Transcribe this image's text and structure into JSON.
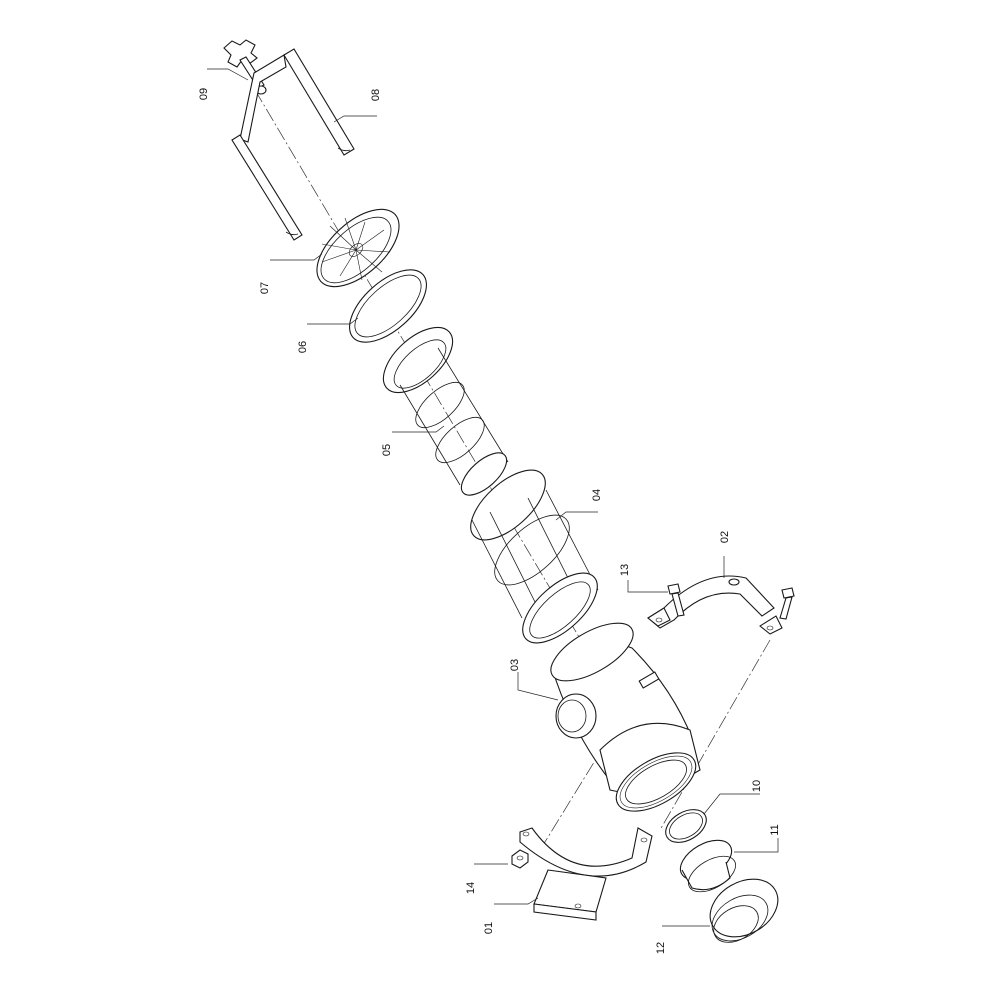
{
  "callouts": [
    {
      "id": "01"
    },
    {
      "id": "02"
    },
    {
      "id": "03"
    },
    {
      "id": "04"
    },
    {
      "id": "05"
    },
    {
      "id": "06"
    },
    {
      "id": "07"
    },
    {
      "id": "08"
    },
    {
      "id": "09"
    },
    {
      "id": "10"
    },
    {
      "id": "11"
    },
    {
      "id": "12"
    },
    {
      "id": "13"
    },
    {
      "id": "14"
    }
  ]
}
